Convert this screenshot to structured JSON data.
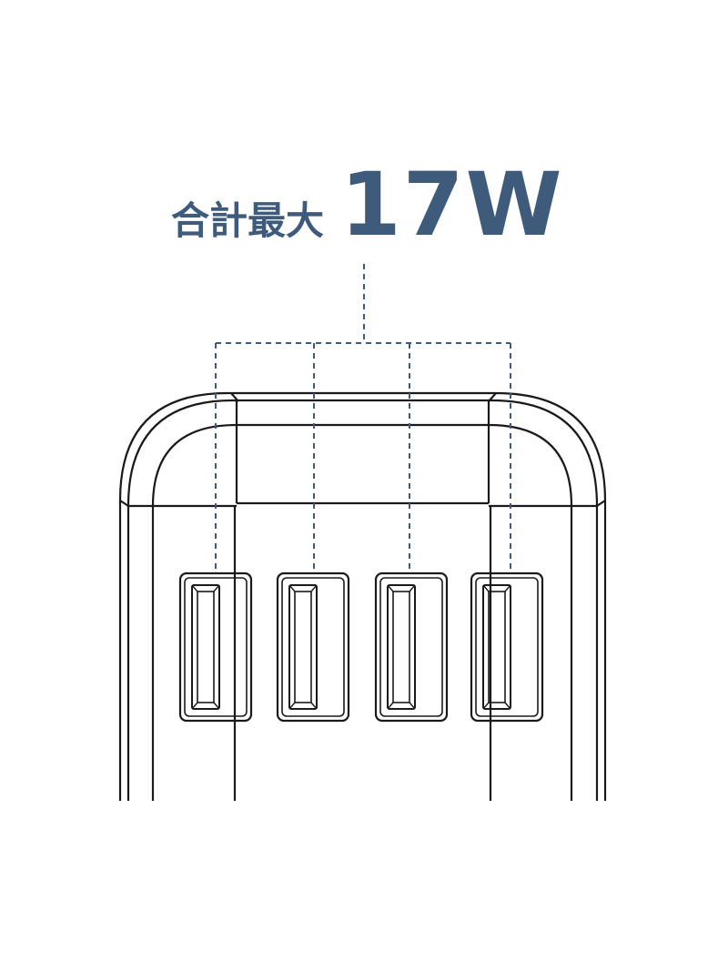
{
  "headline": {
    "prefix": "合計最大",
    "value": "17W"
  },
  "colors": {
    "accent": "#3f5b7c",
    "line": "#1a1a1a",
    "background": "#ffffff"
  },
  "ports": {
    "count": 4,
    "type": "USB-A"
  }
}
